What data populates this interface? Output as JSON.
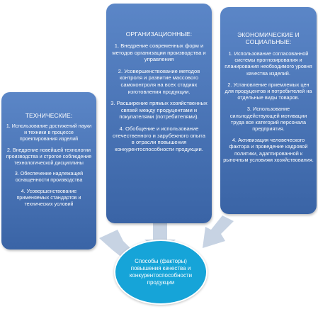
{
  "colors": {
    "box_fill": "#4a76b8",
    "arrow_fill": "#c7d3e3",
    "center_fill": "#16a4d8",
    "text": "#ffffff"
  },
  "boxes": {
    "technical": {
      "title": "ТЕХНИЧЕСКИЕ:",
      "items": [
        "1. Использование достижений науки и техники в процессе проектирования изделий",
        "2. Внедрение новейшей технологии производства и строгое соблюдение технологической дисциплины",
        "3. Обеспечение надлежащей оснащенности производства",
        "4. Усовершенствование применяемых стандартов и технических условий"
      ]
    },
    "organizational": {
      "title": "ОРГАНИЗАЦИОННЫЕ:",
      "items": [
        "1. Внедрение современных форм и методов организации производства и управления",
        "2. Усовершенствование методов контроля и развитие массового самоконтроля на всех стадиях изготовления продукции.",
        "3. Расширение прямых хозяйственных связей между продуцентами и покупателями (потребителями).",
        "4. Обобщение и использование отечественного и зарубежного опыта в отрасли повышения конкурентоспособности продукции."
      ]
    },
    "economic": {
      "title": "ЭКОНОМИЧЕСКИЕ И СОЦИАЛЬНЫЕ:",
      "items": [
        "1. Использование согласованной системы прогнозирования и планирования необходимого уровня качества изделий.",
        "2. Установление приемлемых цен для продуцентов и потребителей на отдельные виды товаров.",
        "3. Использование сильнодействующей мотивации труда все категорий персонала предприятия.",
        "4. Активизация человеческого фактора и проведение кадровой политики, адаптированной к рыночным условиям хозяйствования."
      ]
    }
  },
  "center": {
    "label": "Способы (факторы) повышения качества и конкурентоспособности продукции"
  }
}
